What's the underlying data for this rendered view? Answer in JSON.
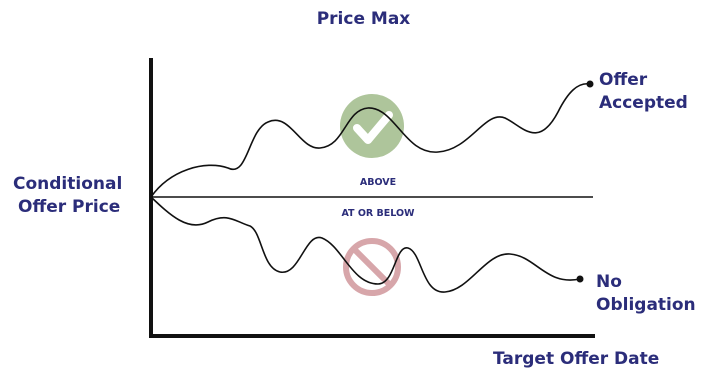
{
  "diagram": {
    "title": "Price Max",
    "y_label_lines": [
      "Conditional",
      "Offer Price"
    ],
    "x_label": "Target Offer Date",
    "upper_region_label": "ABOVE",
    "lower_region_label": "AT OR BELOW",
    "upper_outcome_lines": [
      "Offer",
      "Accepted"
    ],
    "lower_outcome_lines": [
      "No",
      "Obligation"
    ],
    "upper_icon": "check-icon",
    "lower_icon": "prohibited-icon"
  },
  "colors": {
    "text": "#2b2d7a",
    "lines": "#111111",
    "check_badge": "#aec59b",
    "prohibited_sign": "#d7a6aa"
  }
}
